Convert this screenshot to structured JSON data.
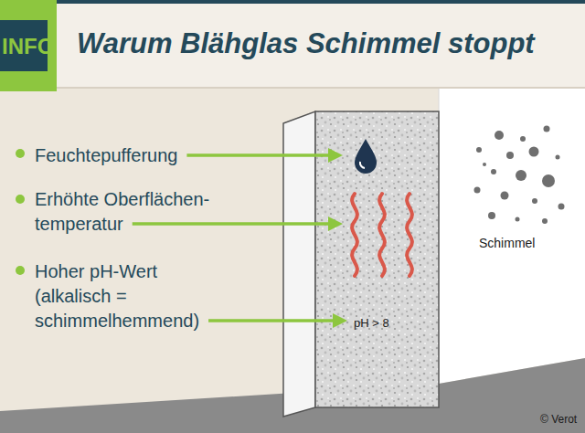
{
  "diagram": {
    "title": "Warum Blähglas Schimmel stoppt",
    "nodes": [
      {
        "text": [
          "pH > 8"
        ]
      }
    ],
    "labels": [
      "INFO",
      "Feuchtepufferung",
      "Erhöhte Oberflächen- temperatur",
      "Hoher pH-Wert (alkalisch = schimmelhemmend)",
      "Schimmel",
      "© Verot"
    ]
  }
}
